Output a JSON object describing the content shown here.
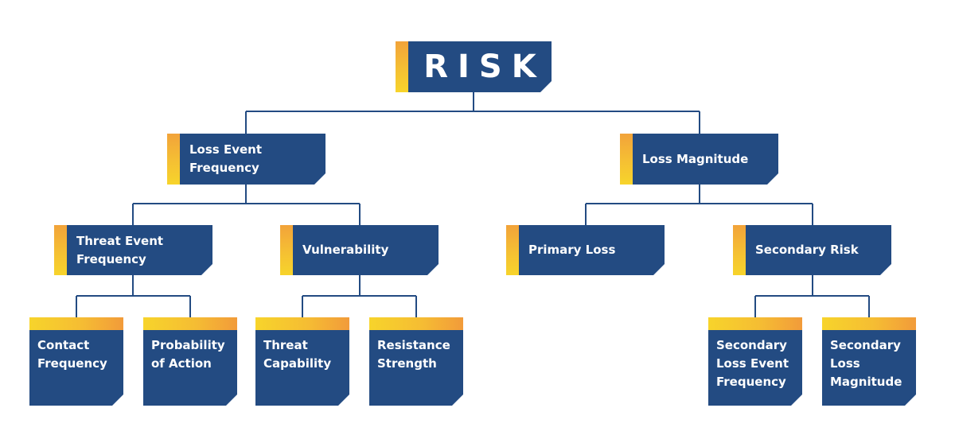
{
  "diagram": {
    "root": {
      "label": "RISK"
    },
    "loss_event_frequency": {
      "label": "Loss Event\nFrequency"
    },
    "loss_magnitude": {
      "label": "Loss Magnitude"
    },
    "threat_event_frequency": {
      "label": "Threat Event\nFrequency"
    },
    "vulnerability": {
      "label": "Vulnerability"
    },
    "primary_loss": {
      "label": "Primary Loss"
    },
    "secondary_risk": {
      "label": "Secondary Risk"
    },
    "contact_frequency": {
      "label": "Contact\nFrequency"
    },
    "probability_of_action": {
      "label": "Probability\nof Action"
    },
    "threat_capability": {
      "label": "Threat\nCapability"
    },
    "resistance_strength": {
      "label": "Resistance\nStrength"
    },
    "secondary_loss_event_frequency": {
      "label": "Secondary\nLoss Event\nFrequency"
    },
    "secondary_loss_magnitude": {
      "label": "Secondary\nLoss\nMagnitude"
    }
  },
  "colors": {
    "box": "#234b82",
    "accent_start": "#f7d42b",
    "accent_end": "#f29b3a",
    "connector": "#234b82"
  }
}
